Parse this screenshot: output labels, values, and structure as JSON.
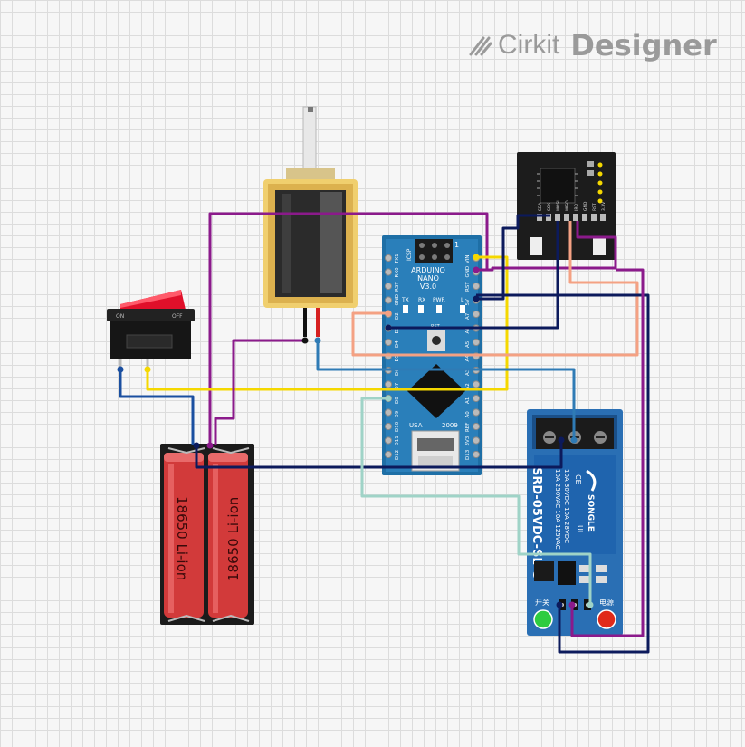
{
  "watermark": {
    "brand": "Cirkit",
    "product": "Designer"
  },
  "components": {
    "arduino": {
      "name_line1": "ARDUINO",
      "name_line2": "NANO",
      "name_line3": "V3.0",
      "icsp": "ICSP",
      "tx": "TX",
      "rx": "RX",
      "pwr": "PWR",
      "l": "L",
      "rst_btn": "RST",
      "usa": "USA",
      "year": "2009",
      "left_pins": [
        "TX1",
        "RX0",
        "RST",
        "GND",
        "D2",
        "D3",
        "D4",
        "D5",
        "D6",
        "D7",
        "D8",
        "D9",
        "D10",
        "D11",
        "D12"
      ],
      "right_pins": [
        "VIN",
        "GND",
        "RST",
        "5V",
        "A7",
        "A6",
        "A5",
        "A4",
        "A3",
        "A2",
        "A1",
        "A0",
        "REF",
        "3V3",
        "D13"
      ]
    },
    "battery": {
      "cell1": "18650 Li-ion",
      "cell2": "18650 Li-ion"
    },
    "rocker": {
      "on": "ON",
      "off": "OFF"
    },
    "relay": {
      "model": "SRD-05VDC-SL-C",
      "spec1": "10A 250VAC  10A 125VAC",
      "spec2": "10A 30VDC  10A 28VDC",
      "brand": "SONGLE",
      "cert": "CE",
      "ul": "UL",
      "label_power": "电源",
      "label_switch": "开关"
    },
    "rfid": {
      "pins": [
        "SDA",
        "SCK",
        "MOSI",
        "MISO",
        "IRQ",
        "GND",
        "RST",
        "3.3V"
      ]
    }
  },
  "wire_colors": {
    "purple": "#8b1a8b",
    "navy": "#0c1a5c",
    "blue": "#1a4fa0",
    "yellow": "#f5d800",
    "salmon": "#f4a183",
    "teal": "#9fd3c7",
    "steel": "#2f7bb5",
    "black": "#111111",
    "red": "#d62020"
  }
}
